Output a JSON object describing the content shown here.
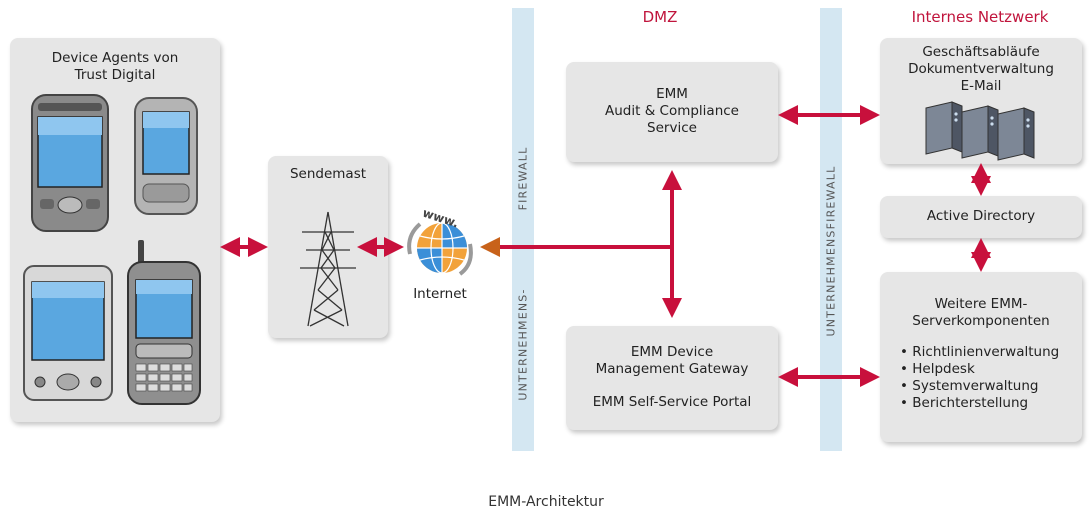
{
  "zones": {
    "dmz": "DMZ",
    "internal": "Internes Netzwerk"
  },
  "firewalls": {
    "first_top": "FIREWALL",
    "first_bottom": "UNTERNEHMENS-",
    "second": "UNTERNEHMENSFIREWALL"
  },
  "devices": {
    "title_line1": "Device Agents von",
    "title_line2": "Trust Digital"
  },
  "tower": {
    "label": "Sendemast"
  },
  "internet": {
    "label": "Internet",
    "globe_text": "www."
  },
  "audit": {
    "line1": "EMM",
    "line2": "Audit & Compliance",
    "line3": "Service"
  },
  "gateway": {
    "line1": "EMM Device",
    "line2": "Management Gateway",
    "line3": "EMM Self-Service Portal"
  },
  "business": {
    "line1": "Geschäftsabläufe",
    "line2": "Dokumentverwaltung",
    "line3": "E-Mail"
  },
  "ad": {
    "label": "Active Directory"
  },
  "components": {
    "title_line1": "Weitere EMM-",
    "title_line2": "Serverkomponenten",
    "items": [
      "Richtlinienverwaltung",
      "Helpdesk",
      "Systemverwaltung",
      "Berichterstellung"
    ]
  },
  "caption": "EMM-Architektur",
  "colors": {
    "arrow": "#c8103c",
    "zone_title": "#c0143c",
    "firewall": "#d4e7f2",
    "box": "#e6e6e6"
  }
}
